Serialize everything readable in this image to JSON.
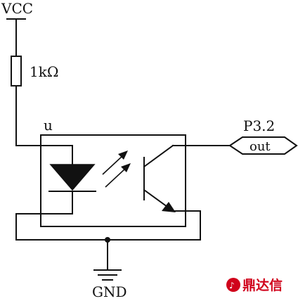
{
  "labels": {
    "vcc": "VCC",
    "resistor": "1kΩ",
    "optocoupler": "u",
    "port": "P3.2",
    "output": "out",
    "ground": "GND"
  },
  "watermark": {
    "text": "鼎达信",
    "color": "#d0021b"
  },
  "colors": {
    "line": "#111111",
    "background": "#ffffff"
  }
}
